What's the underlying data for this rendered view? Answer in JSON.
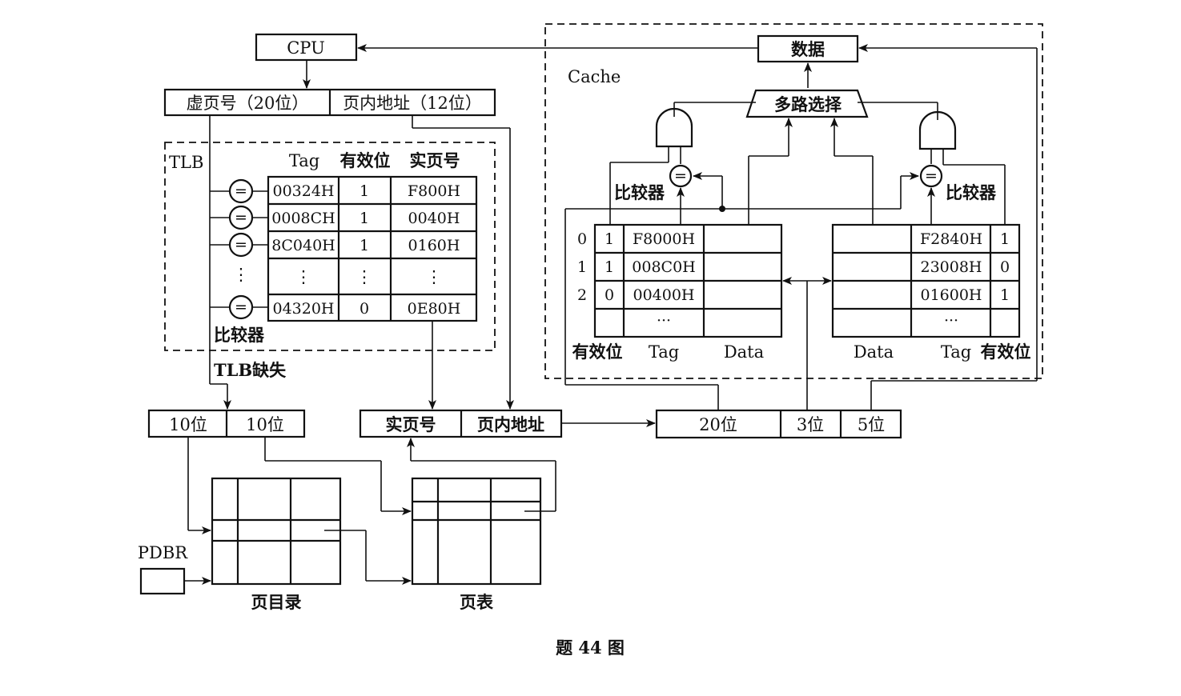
{
  "labels": {
    "cpu": "CPU",
    "vpn": "虚页号（20位）",
    "offset12": "页内地址（12位）",
    "tlb": "TLB",
    "col_tag": "Tag",
    "col_valid": "有效位",
    "col_ppn": "实页号",
    "comparator": "比较器",
    "eq": "=",
    "vdots": "⋮",
    "hdots": "···",
    "tlb_miss": "TLB缺失",
    "b10a": "10位",
    "b10b": "10位",
    "ppn": "实页号",
    "offset": "页内地址",
    "b20": "20位",
    "b3": "3位",
    "b5": "5位",
    "pdbr": "PDBR",
    "page_dir": "页目录",
    "page_table": "页表",
    "cache": "Cache",
    "data_box": "数据",
    "mux": "多路选择",
    "cmp_left": "比较器",
    "cmp_right": "比较器",
    "valid_left": "有效位",
    "tag_left": "Tag",
    "data_left": "Data",
    "data_right": "Data",
    "tag_right": "Tag",
    "valid_right": "有效位",
    "caption": "题 44 图"
  },
  "tlb_rows": [
    {
      "tag": "00324H",
      "valid": "1",
      "ppn": "F800H"
    },
    {
      "tag": "0008CH",
      "valid": "1",
      "ppn": "0040H"
    },
    {
      "tag": "8C040H",
      "valid": "1",
      "ppn": "0160H"
    },
    {
      "tag": "04320H",
      "valid": "0",
      "ppn": "0E80H"
    }
  ],
  "cache_left": [
    {
      "index": "0",
      "valid": "1",
      "tag": "F8000H"
    },
    {
      "index": "1",
      "valid": "1",
      "tag": "008C0H"
    },
    {
      "index": "2",
      "valid": "0",
      "tag": "00400H"
    }
  ],
  "cache_right": [
    {
      "tag": "F2840H",
      "valid": "1"
    },
    {
      "tag": "23008H",
      "valid": "0"
    },
    {
      "tag": "01600H",
      "valid": "1"
    }
  ]
}
